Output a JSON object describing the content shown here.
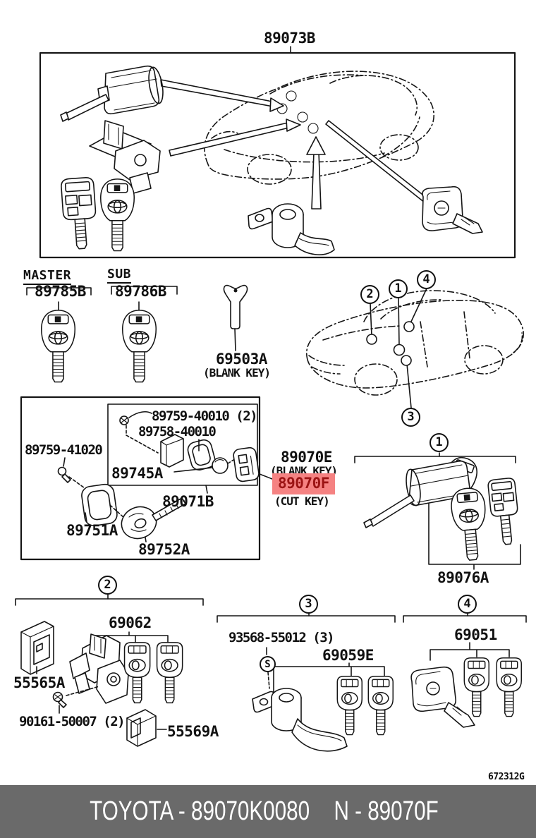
{
  "labels": {
    "t89073B": "89073B",
    "master": "MASTER",
    "m89785B": "89785B",
    "sub": "SUB",
    "s89786B": "89786B",
    "b69503A": "69503A",
    "b69503A_note": "(BLANK KEY)",
    "p89759_40010": "89759-40010 (2)",
    "p89758_40010": "89758-40010",
    "p89745A": "89745A",
    "p89759_41020": "89759-41020",
    "p89071B": "89071B",
    "p89751A": "89751A",
    "p89752A": "89752A",
    "e89070E": "89070E",
    "e89070E_note": "(BLANK KEY)",
    "f89070F": "89070F",
    "f89070F_note": "(CUT KEY)",
    "g89076A": "89076A",
    "g69062": "69062",
    "g55565A": "55565A",
    "g90161": "90161-50007 (2)",
    "g55569A": "55569A",
    "g93568": "93568-55012 (3)",
    "g69059E": "69059E",
    "g69051": "69051",
    "screw_symbol": "S",
    "ref_code": "672312G"
  },
  "callouts": {
    "n1": "1",
    "n2": "2",
    "n3": "3",
    "n4": "4"
  },
  "footer": {
    "left": "TOYOTA - 89070K0080",
    "right": "N - 89070F"
  },
  "colors": {
    "highlight_bg": "#f58282",
    "highlight_text": "#9c1414",
    "footer_bg": "#6a6a6a",
    "ink": "#111111"
  }
}
